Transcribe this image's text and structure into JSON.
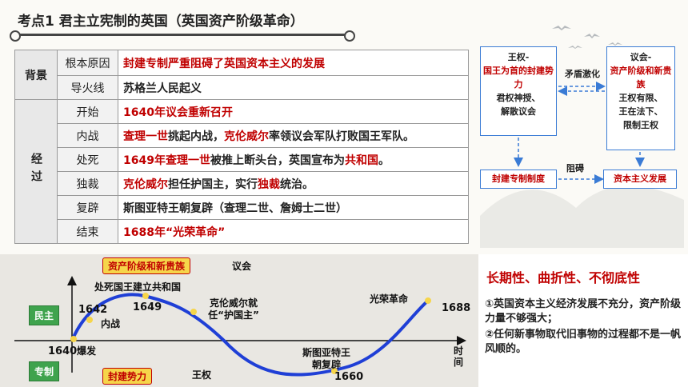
{
  "header": {
    "title": "考点1  君主立宪制的英国（英国资产阶级革命）"
  },
  "table": {
    "background_label": "背景",
    "process_label": "经过",
    "rows": [
      {
        "sub": "根本原因",
        "desc": "封建专制严重阻碍了英国资本主义的发展"
      },
      {
        "sub": "导火线",
        "desc": "苏格兰人民起义"
      },
      {
        "sub": "开始",
        "desc": "1640年议会重新召开"
      },
      {
        "sub": "内战",
        "parts": [
          "查理一世",
          "挑起内战，",
          "克伦威尔",
          "率领议会军队打败国王军队。"
        ]
      },
      {
        "sub": "处死",
        "parts": [
          "1649年查理一世",
          "被推上断头台，英国宣布为",
          "共和国",
          "。"
        ]
      },
      {
        "sub": "独裁",
        "parts": [
          "克伦威尔",
          "担任护国主，实行",
          "独裁",
          "统治。"
        ]
      },
      {
        "sub": "复辟",
        "desc": "斯图亚特王朝复辟（查理二世、詹姆士二世）"
      },
      {
        "sub": "结束",
        "desc": "1688年“光荣革命”"
      }
    ]
  },
  "flow": {
    "left_box": {
      "title": "王权-",
      "red": "国王为首的封建势力",
      "lines": [
        "君权神授、",
        "解散议会"
      ]
    },
    "right_box": {
      "title": "议会-",
      "red": "资产阶级和新贵族",
      "lines": [
        "王权有限、",
        "王在法下、",
        "限制王权"
      ]
    },
    "conflict": "矛盾激化",
    "obstruct": "阻碍",
    "bottom_left": "封建专制制度",
    "bottom_right": "资本主义发展"
  },
  "timeline": {
    "top_tag": "资产阶级和新贵族",
    "top_label": "议会",
    "bottom_tag": "封建势力",
    "bottom_label": "王权",
    "democracy": "民主",
    "autocracy": "专制",
    "time_axis": "时间",
    "y1640": "1640",
    "y1642": "1642",
    "y1649": "1649",
    "y1660": "1660",
    "y1688": "1688",
    "outbreak": "爆发",
    "civil_war": "内战",
    "execute": "处死国王建立共和国",
    "cromwell": "克伦威尔就任“护国主”",
    "restoration": "斯图亚特王朝复辟",
    "glorious": "光荣革命"
  },
  "summary": {
    "title": "长期性、曲折性、不彻底性",
    "point1": "①英国资本主义经济发展不充分，资产阶级力量不够强大；",
    "point2": "②任何新事物取代旧事物的过程都不是一帆风顺的。"
  }
}
